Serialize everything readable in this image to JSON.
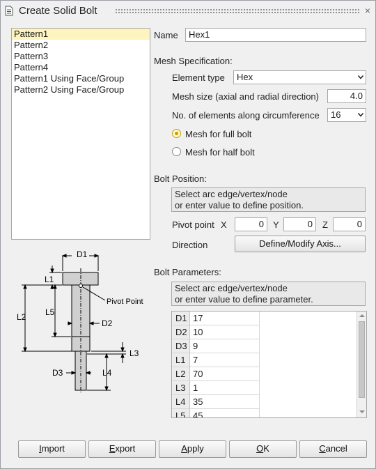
{
  "window": {
    "title": "Create Solid Bolt",
    "close": "×"
  },
  "patterns": [
    {
      "label": "Pattern1",
      "selected": true
    },
    {
      "label": "Pattern2"
    },
    {
      "label": "Pattern3"
    },
    {
      "label": "Pattern4"
    },
    {
      "label": "Pattern1 Using Face/Group"
    },
    {
      "label": "Pattern2 Using Face/Group"
    }
  ],
  "name": {
    "label": "Name",
    "value": "Hex1"
  },
  "mesh": {
    "heading": "Mesh Specification:",
    "element_type_label": "Element type",
    "element_type_value": "Hex",
    "mesh_size_label": "Mesh size (axial and radial direction)",
    "mesh_size_value": "4.0",
    "circ_label": "No. of elements along circumference",
    "circ_value": "16",
    "full_bolt_label": "Mesh for full bolt",
    "half_bolt_label": "Mesh for half bolt",
    "selected": "full"
  },
  "position": {
    "heading": "Bolt Position:",
    "info_line1": "Select arc edge/vertex/node",
    "info_line2": "or enter value to define position.",
    "pivot_label": "Pivot point",
    "x_label": "X",
    "x_value": "0",
    "y_label": "Y",
    "y_value": "0",
    "z_label": "Z",
    "z_value": "0",
    "direction_label": "Direction",
    "axis_button": "Define/Modify Axis..."
  },
  "parameters": {
    "heading": "Bolt Parameters:",
    "info_line1": "Select arc edge/vertex/node",
    "info_line2": "or enter value to define parameter.",
    "rows": [
      {
        "key": "D1",
        "value": "17"
      },
      {
        "key": "D2",
        "value": "10"
      },
      {
        "key": "D3",
        "value": "9"
      },
      {
        "key": "L1",
        "value": "7"
      },
      {
        "key": "L2",
        "value": "70"
      },
      {
        "key": "L3",
        "value": "1"
      },
      {
        "key": "L4",
        "value": "35"
      },
      {
        "key": "L5",
        "value": "45"
      }
    ]
  },
  "diagram": {
    "d1": "D1",
    "l1": "L1",
    "l2": "L2",
    "l5": "L5",
    "d2": "D2",
    "l3": "L3",
    "l4": "L4",
    "d3": "D3",
    "pivot": "Pivot Point"
  },
  "buttons": {
    "import_prefix": "",
    "import_key": "I",
    "import_rest": "mport",
    "export_prefix": "",
    "export_key": "E",
    "export_rest": "xport",
    "apply_prefix": "",
    "apply_key": "A",
    "apply_rest": "pply",
    "ok_prefix": "",
    "ok_key": "O",
    "ok_rest": "K",
    "cancel_prefix": "",
    "cancel_key": "C",
    "cancel_rest": "ancel"
  },
  "colors": {
    "selection": "#fdf4bf",
    "radio_accent": "#c8a000"
  }
}
